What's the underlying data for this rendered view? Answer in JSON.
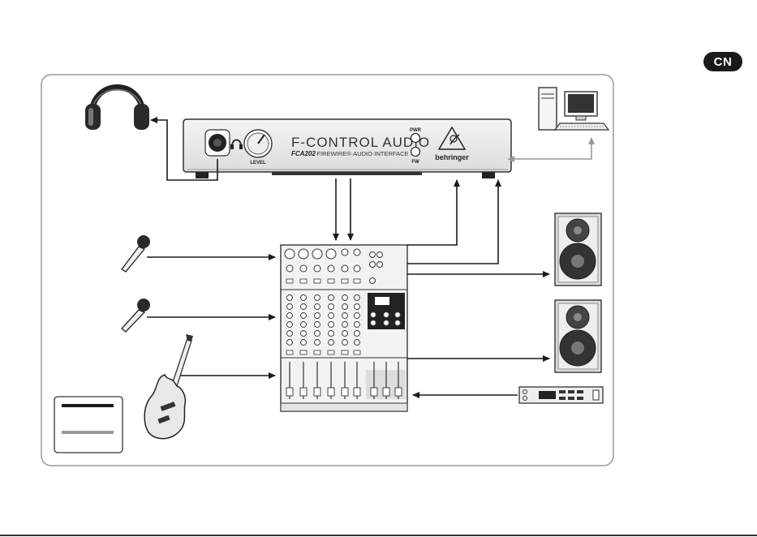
{
  "badge": {
    "language": "CN"
  },
  "interface": {
    "title": "F-CONTROL AUDIO",
    "model": "FCA202",
    "subtitle": "·FIREWIRE®·AUDIO·INTERFACE",
    "level_label": "LEVEL",
    "pwr_label": "PWR",
    "fw_label": "FW",
    "brand": "behringer"
  },
  "legend": {
    "line1_color": "#1a1a1a",
    "line2_color": "#999999"
  },
  "colors": {
    "analog_cable": "#1a1a1a",
    "firewire_cable": "#999999",
    "frame": "#9a9a9a"
  }
}
